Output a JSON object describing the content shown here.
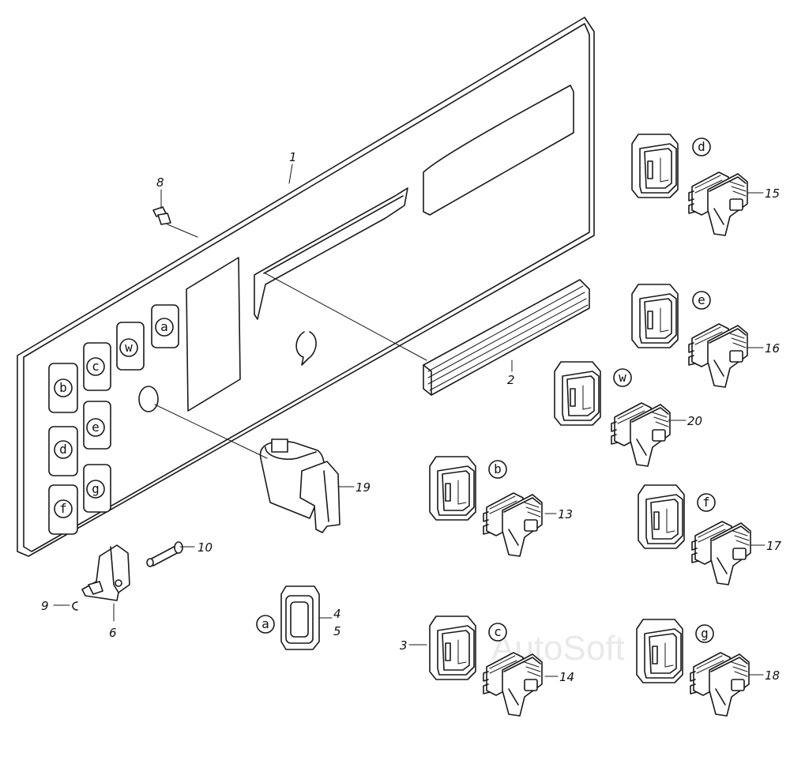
{
  "watermark": "AutoSoft",
  "part_numbers": {
    "p1": "1",
    "p2": "2",
    "p3": "3",
    "p4": "4",
    "p5": "5",
    "p6": "6",
    "p8": "8",
    "p9": "9",
    "p10": "10",
    "p13": "13",
    "p14": "14",
    "p15": "15",
    "p16": "16",
    "p17": "17",
    "p18": "18",
    "p19": "19",
    "p20": "20"
  },
  "switch_letters": {
    "a": "a",
    "b": "b",
    "c": "c",
    "d": "d",
    "e": "e",
    "f": "f",
    "g": "g",
    "w": "w"
  }
}
